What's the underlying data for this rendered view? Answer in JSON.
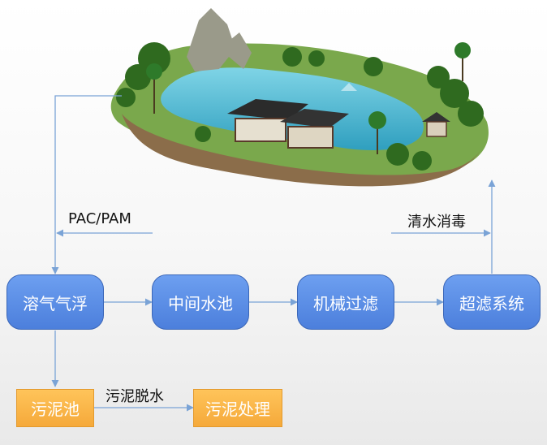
{
  "steps": {
    "flotation": "溶气气浮",
    "mid_tank": "中间水池",
    "filtration": "机械过滤",
    "uf": "超滤系统",
    "sludge_tank": "污泥池",
    "sludge_treat": "污泥处理"
  },
  "labels": {
    "pac_pam": "PAC/PAM",
    "disinfection": "清水消毒",
    "dewater": "污泥脱水"
  },
  "colors": {
    "process_box": "#5b8ee8",
    "sludge_box": "#f8b54a",
    "arrow": "#7aa3d6"
  }
}
